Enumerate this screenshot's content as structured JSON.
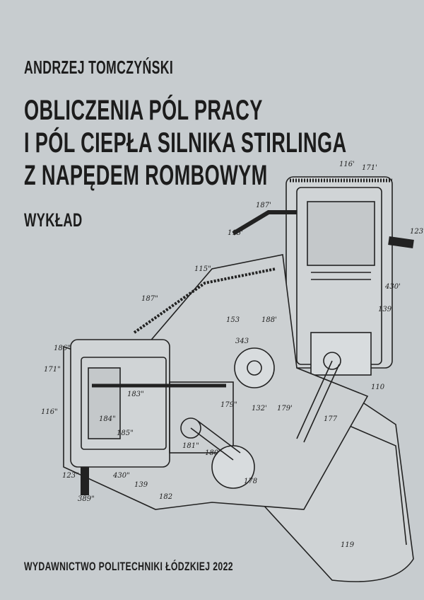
{
  "cover": {
    "author": "ANDRZEJ TOMCZYŃSKI",
    "title_lines": [
      "OBLICZENIA PÓL PRACY",
      "I PÓL CIEPŁA SILNIKA STIRLINGA",
      "Z NAPĘDEM ROMBOWYM"
    ],
    "subtitle": "WYKŁAD",
    "publisher": "WYDAWNICTWO POLITECHNIKI ŁÓDZKIEJ 2022"
  },
  "drawing_labels": [
    "116'",
    "171'",
    "187'",
    "115'",
    "123'",
    "430'",
    "139",
    "115\"",
    "187\"",
    "153",
    "188'",
    "343",
    "186\"",
    "171\"",
    "116\"",
    "183\"",
    "184\"",
    "185\"",
    "123\"",
    "389\"",
    "430\"",
    "139",
    "182",
    "181\"",
    "180\"",
    "178",
    "179\"",
    "132'",
    "179'",
    "177",
    "110",
    "119"
  ],
  "colors": {
    "background": "#c7cccf",
    "text": "#1c1c1c"
  }
}
